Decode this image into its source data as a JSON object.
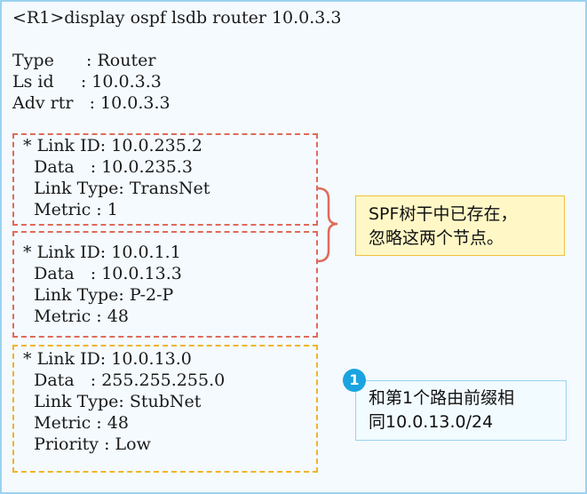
{
  "command": "<R1>display ospf lsdb router 10.0.3.3",
  "header": {
    "type": "Type      : Router",
    "ls_id": "Ls id     : 10.0.3.3",
    "adv_rtr": "Adv rtr   : 10.0.3.3"
  },
  "links": [
    {
      "link_id": " * Link ID: 10.0.235.2",
      "data": "   Data   : 10.0.235.3",
      "link_type": "   Link Type: TransNet",
      "metric": "   Metric : 1"
    },
    {
      "link_id": " * Link ID: 10.0.1.1",
      "data": "   Data   : 10.0.13.3",
      "link_type": "   Link Type: P-2-P",
      "metric": "   Metric : 48"
    },
    {
      "link_id": " * Link ID: 10.0.13.0",
      "data": "   Data   : 255.255.255.0",
      "link_type": "   Link Type: StubNet",
      "metric": "   Metric : 48",
      "priority": "   Priority : Low"
    }
  ],
  "notes": {
    "spf_note_line1": "SPF树干中已存在，",
    "spf_note_line2": "忽略这两个节点。",
    "badge_number": "1",
    "prefix_note_line1": "和第1个路由前缀相",
    "prefix_note_line2": "同10.0.13.0/24"
  },
  "colors": {
    "frame_border": "#9ad3f0",
    "dashed_red": "#e06a5a",
    "dashed_yellow": "#f0b429",
    "note_yellow": "#fff8c6",
    "badge_blue": "#1aa3e0"
  }
}
